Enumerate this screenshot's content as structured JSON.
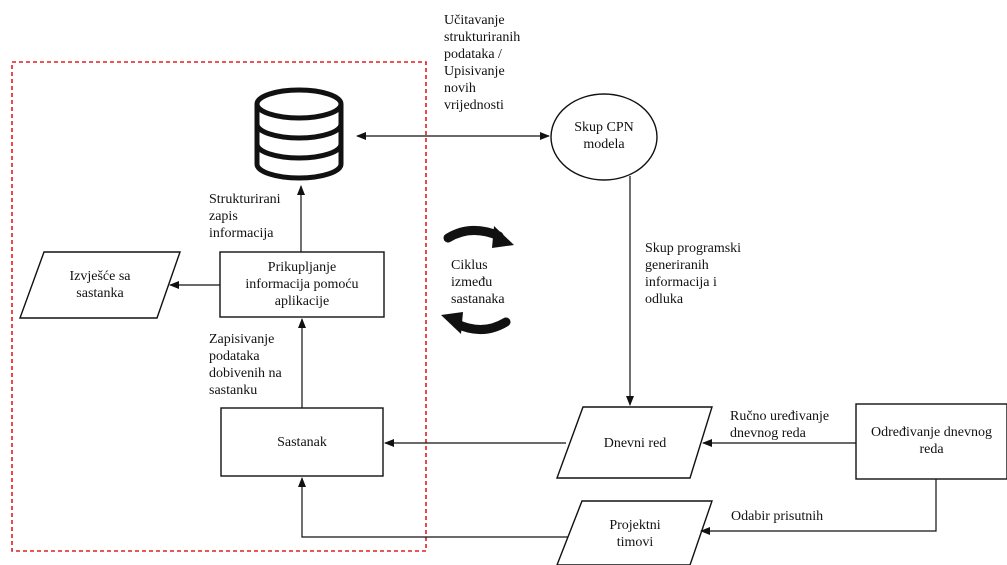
{
  "nodes": {
    "database": {
      "icon": "database-icon"
    },
    "cpn_models": {
      "text": "Skup CPN\nmodela"
    },
    "collection": {
      "text": "Prikupljanje\ninformacija pomoću\naplikacije"
    },
    "report": {
      "text": "Izvješće sa\nsastanka"
    },
    "meeting": {
      "text": "Sastanak"
    },
    "agenda": {
      "text": "Dnevni red"
    },
    "agenda_determination": {
      "text": "Određivanje dnevnog\nreda"
    },
    "project_teams": {
      "text": "Projektni\ntimovi"
    }
  },
  "edge_labels": {
    "load_data": "Učitavanje\nstrukturiranih\npodataka /\nUpisivanje\nnovih\nvrijednosti",
    "structured_record": "Strukturirani\nzapis\ninformacija",
    "generated_info": "Skup programski\ngeneriranih\ninformacija i\nodluka",
    "record_meeting_data": "Zapisivanje\npodataka\ndobivenih na\nsastanku",
    "manual_edit": "Ručno uređivanje\ndnevnog reda",
    "select_attendees": "Odabir prisutnih"
  },
  "cycle": {
    "text": "Ciklus\nizmeđu\nsastanaka",
    "icon": "cycle-arrows-icon"
  },
  "colors": {
    "stroke": "#111111",
    "dashed_boundary": "#e02020"
  }
}
